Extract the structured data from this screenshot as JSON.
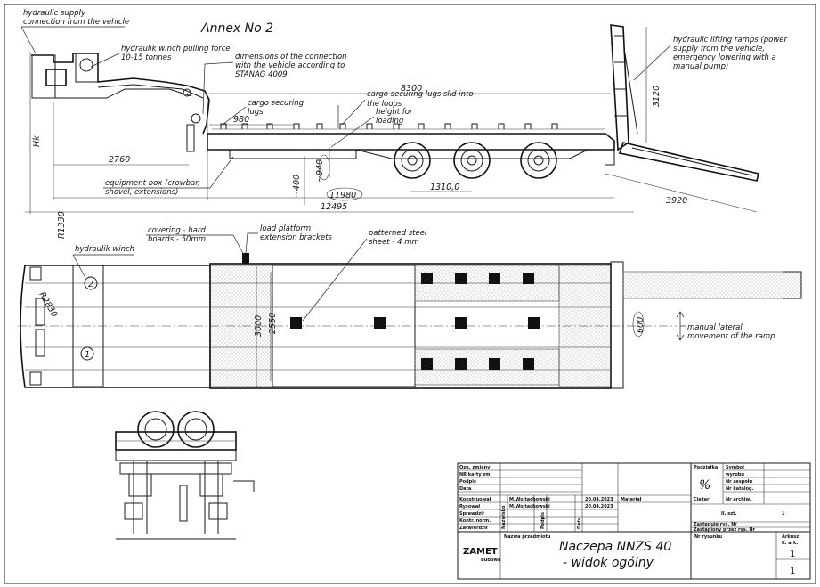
{
  "title": "Annex No 2",
  "annotations": {
    "hydraulic_supply": [
      "hydraulic supply",
      "connection from the vehicle"
    ],
    "winch_force": [
      "hydraulik winch pulling force",
      "10-15 tonnes"
    ],
    "connection_dims": [
      "dimensions of the connection",
      "with the vehicle according to",
      "STANAG 4009"
    ],
    "cargo_lugs": [
      "cargo securing",
      "lugs"
    ],
    "cargo_lugs_slid": [
      "cargo securing lugs slid into",
      "the loops"
    ],
    "height_loading": [
      "height for",
      "loading"
    ],
    "lifting_ramps": [
      "hydraulic lifting ramps (power",
      "supply from the vehicle,",
      "emergency lowering with a",
      "manual pump)"
    ],
    "equipment_box": [
      "equipment box (crowbar,",
      "shovel, extensions)"
    ],
    "covering": [
      "covering - hard",
      "boards - 50mm"
    ],
    "extension_brackets": [
      "load platform",
      "extension brackets"
    ],
    "steel_sheet": [
      "patterned steel",
      "sheet - 4 mm"
    ],
    "hydraulik_winch": "hydraulik winch",
    "manual_lateral": [
      "manual lateral",
      "movement of the ramp"
    ]
  },
  "dimensions": {
    "d8300": "8300",
    "d3120": "3120",
    "d980": "980",
    "d2760": "2760",
    "d940": "~940",
    "d400": "~400",
    "d1310": "1310,0",
    "d11980": "11980",
    "d12495": "12495",
    "d3920": "3920",
    "hk": "Hk",
    "r1330": "R1330",
    "r2830": "R2830",
    "d3000": "3000",
    "d2550": "2550",
    "d600": "600",
    "c1": "1",
    "c2": "2"
  },
  "title_block": {
    "left_rows": [
      "Ozn. zmiany",
      "NR karty zm.",
      "Podpis",
      "Data",
      "Konstruował",
      "Rysował",
      "Sprawdził",
      "Kontr. norm.",
      "Zatwierdził"
    ],
    "names": [
      "M.Wojtachowski",
      "M.Wojtachowski"
    ],
    "dates": [
      "20.04.2023",
      "20.04.2023"
    ],
    "col_nazwisko": "Nazwisko",
    "col_podpis": "Podpis",
    "col_data": "Data",
    "material": "Materiał",
    "podzialka": "Podziałka",
    "percent": "%",
    "symbol_rows": [
      "Symbol",
      "wyrobu",
      "Nr zespołu",
      "Nr katalog."
    ],
    "ciezar": "Ciężar",
    "nr_archiw": "Nr archiw.",
    "szt": "Il. szt.",
    "szt_val": "1",
    "zastepuje": "Zastępuje rys. Nr",
    "zastapiony": "Zastąpiony przez rys. Nr",
    "logo": "ZAMET",
    "logo_sub": "Budowa",
    "nazwa": "Nazwa przedmiotu",
    "drawing_title": [
      "Naczepa NNZS 40",
      "- widok ogólny"
    ],
    "nr_rysunku": "Nr rysunku",
    "arkusz": "Arkusz",
    "il_ark": "Il. ark.",
    "sheet_no": "1",
    "sheet_total": "1"
  }
}
